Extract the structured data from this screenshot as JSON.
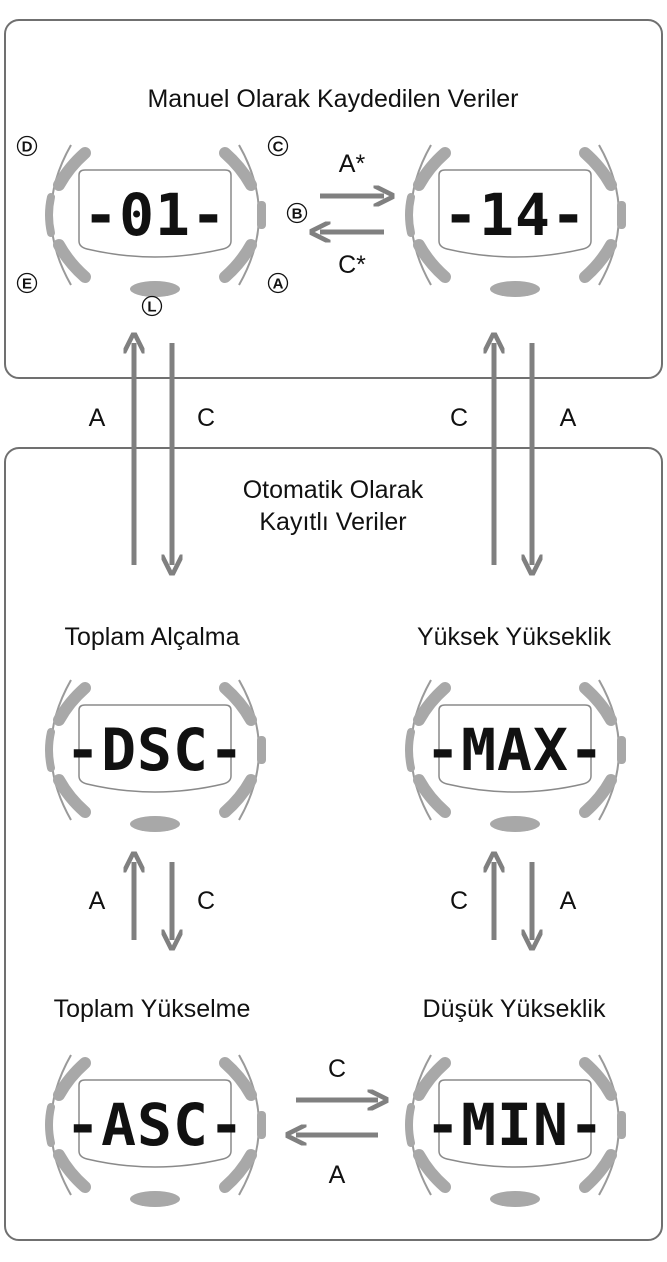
{
  "manual_section": {
    "title": "Manuel Olarak Kaydedilen Veriler",
    "display_left": "-01-",
    "display_right": "-14-",
    "arrow_forward_label": "A*",
    "arrow_back_label": "C*",
    "buttons": {
      "d": "D",
      "c": "C",
      "b": "B",
      "e": "E",
      "a": "A",
      "l": "L"
    }
  },
  "auto_section": {
    "title_line1": "Otomatik Olarak",
    "title_line2": "Kayıtlı Veriler",
    "total_descent": {
      "label": "Toplam Alçalma",
      "display": "-DSC-"
    },
    "max_altitude": {
      "label": "Yüksek Yükseklik",
      "display": "-MAX-"
    },
    "total_ascent": {
      "label": "Toplam Yükselme",
      "display": "-ASC-"
    },
    "min_altitude": {
      "label": "Düşük Yükseklik",
      "display": "-MIN-"
    }
  },
  "transitions": {
    "left_vertical_up": "A",
    "left_vertical_down": "C",
    "right_vertical_up": "C",
    "right_vertical_down": "A",
    "mid_left_up": "A",
    "mid_left_down": "C",
    "mid_right_up": "C",
    "mid_right_down": "A",
    "bottom_right": "C",
    "bottom_left": "A"
  },
  "colors": {
    "arrow": "#808080",
    "bezel": "#a8a8a8",
    "frame": "#707070"
  }
}
